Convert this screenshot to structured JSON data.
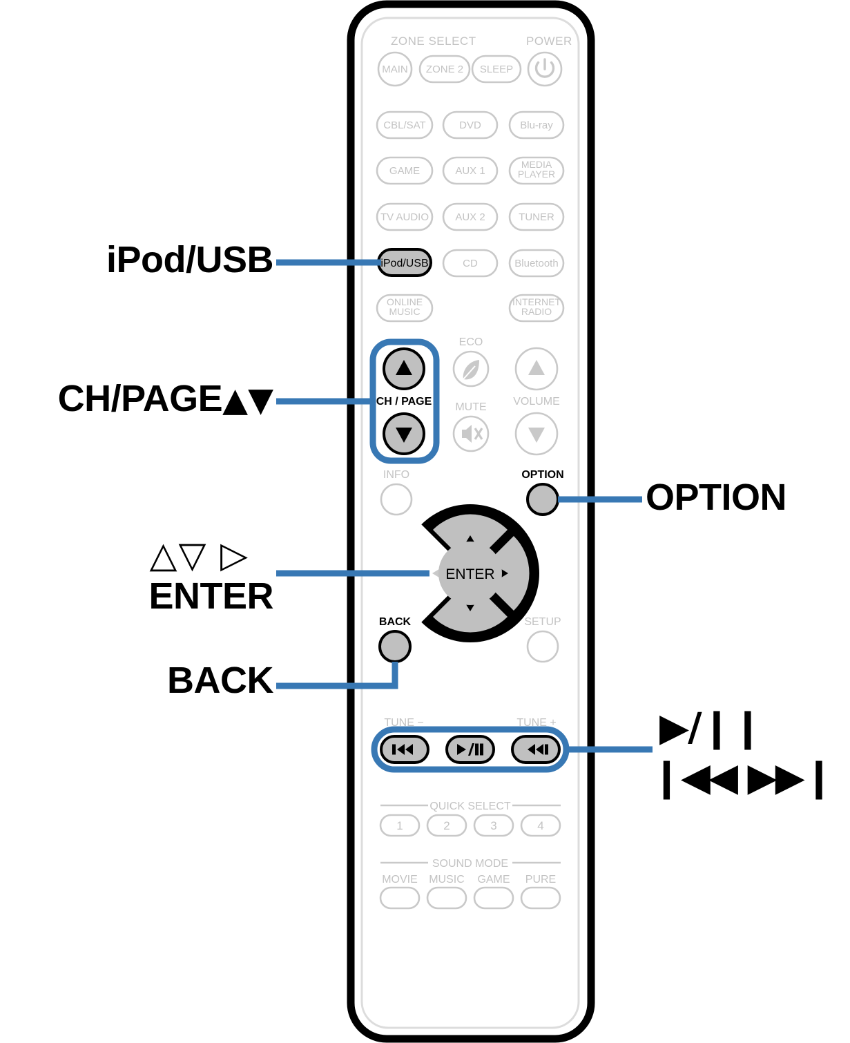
{
  "document": {
    "type": "remote-control-callout-diagram",
    "device": "AV receiver remote control",
    "background_color": "#ffffff",
    "accent_color": "#3878b4",
    "dim_color": "#c8c8c8",
    "active_fill": "#c0c0c0",
    "active_stroke": "#000000"
  },
  "remote": {
    "shell_color": "#000000",
    "panel_color": "#ffffff",
    "panel_outline": "#d8d8d8",
    "sections": {
      "zone_select_label": "ZONE SELECT",
      "power_label": "POWER",
      "eco_label": "ECO",
      "mute_label": "MUTE",
      "volume_label": "VOLUME",
      "info_label": "INFO",
      "option_label": "OPTION",
      "back_label": "BACK",
      "setup_label": "SETUP",
      "ch_page_label": "CH / PAGE",
      "enter_label": "ENTER",
      "tune_minus_label": "TUNE −",
      "tune_plus_label": "TUNE +",
      "quick_select_label": "QUICK SELECT",
      "sound_mode_label": "SOUND MODE"
    },
    "zone_buttons": [
      {
        "label": "MAIN",
        "shape": "circle"
      },
      {
        "label": "ZONE 2",
        "shape": "pill"
      },
      {
        "label": "SLEEP",
        "shape": "pill"
      }
    ],
    "power_button": {
      "label": "power-symbol",
      "shape": "circle"
    },
    "source_buttons": [
      {
        "label": "CBL/SAT",
        "highlighted": false
      },
      {
        "label": "DVD",
        "highlighted": false
      },
      {
        "label": "Blu-ray",
        "highlighted": false
      },
      {
        "label": "GAME",
        "highlighted": false
      },
      {
        "label": "AUX 1",
        "highlighted": false
      },
      {
        "label": "MEDIA PLAYER",
        "highlighted": false
      },
      {
        "label": "TV AUDIO",
        "highlighted": false
      },
      {
        "label": "AUX 2",
        "highlighted": false
      },
      {
        "label": "TUNER",
        "highlighted": false
      },
      {
        "label": "iPod/USB",
        "highlighted": true
      },
      {
        "label": "CD",
        "highlighted": false
      },
      {
        "label": "Bluetooth",
        "highlighted": false
      },
      {
        "label": "ONLINE MUSIC",
        "highlighted": false
      },
      {
        "label": "INTERNET RADIO",
        "highlighted": false
      }
    ],
    "ch_page_buttons": [
      {
        "label": "up-triangle",
        "highlighted": true
      },
      {
        "label": "down-triangle",
        "highlighted": true
      }
    ],
    "volume_buttons": [
      {
        "label": "up-triangle",
        "highlighted": false
      },
      {
        "label": "down-triangle",
        "highlighted": false
      }
    ],
    "dpad": {
      "center_label": "ENTER",
      "center_highlighted": true,
      "arrows": [
        {
          "direction": "up",
          "highlighted": true
        },
        {
          "direction": "right",
          "highlighted": true
        },
        {
          "direction": "down",
          "highlighted": true
        },
        {
          "direction": "left",
          "highlighted": false
        }
      ]
    },
    "round_buttons": [
      {
        "label": "INFO",
        "highlighted": false
      },
      {
        "label": "OPTION",
        "highlighted": true
      },
      {
        "label": "BACK",
        "highlighted": true
      },
      {
        "label": "SETUP",
        "highlighted": false
      }
    ],
    "transport_buttons": [
      {
        "label": "skip-back",
        "glyph": "❙◀◀",
        "highlighted": true
      },
      {
        "label": "play-pause",
        "glyph": "▶/❙❙",
        "highlighted": true
      },
      {
        "label": "skip-forward",
        "glyph": "▶▶❙",
        "highlighted": true
      }
    ],
    "quick_select_buttons": [
      {
        "label": "1"
      },
      {
        "label": "2"
      },
      {
        "label": "3"
      },
      {
        "label": "4"
      }
    ],
    "sound_mode_buttons": [
      {
        "label": "MOVIE"
      },
      {
        "label": "MUSIC"
      },
      {
        "label": "GAME"
      },
      {
        "label": "PURE"
      }
    ]
  },
  "callouts": {
    "ipod_usb": {
      "text": "iPod/USB",
      "side": "left"
    },
    "ch_page": {
      "text": "CH/PAGE",
      "glyphs": "▲▼",
      "side": "left"
    },
    "cursor": {
      "glyphs": "△▽ ▷",
      "text": "ENTER",
      "side": "left"
    },
    "back": {
      "text": "BACK",
      "side": "left"
    },
    "option": {
      "text": "OPTION",
      "side": "right"
    },
    "transport": {
      "line1": "▶/❙❙",
      "line2": "❙◀◀ ▶▶❙",
      "side": "right"
    }
  }
}
